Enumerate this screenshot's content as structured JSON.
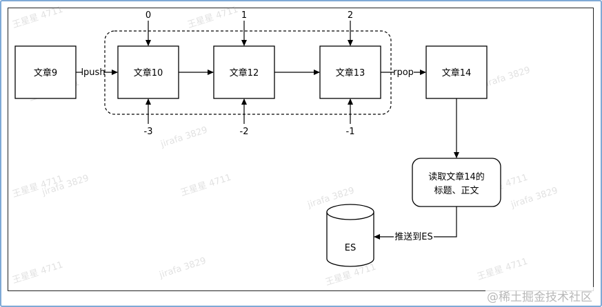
{
  "nodes": {
    "article9": "文章9",
    "article10": "文章10",
    "article12": "文章12",
    "article13": "文章13",
    "article14": "文章14",
    "read_line1": "读取文章14的",
    "read_line2": "标题、正文",
    "es": "ES"
  },
  "edges": {
    "lpush": "lpush",
    "rpop": "rpop",
    "push_es": "推送到ES"
  },
  "indices_top": [
    "0",
    "1",
    "2"
  ],
  "indices_bottom": [
    "-3",
    "-2",
    "-1"
  ],
  "watermarks": {
    "name": "王星星 4711",
    "code": "jirafa 3829"
  },
  "credit": "@稀土掘金技术社区"
}
